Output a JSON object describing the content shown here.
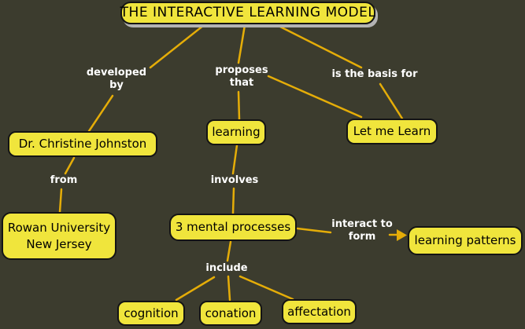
{
  "colors": {
    "background": "#3c3c2e",
    "node_fill": "#f0e53c",
    "node_border": "#141414",
    "connector_line": "#e5ad08",
    "link_label_text": "#ffffff",
    "node_text": "#000000",
    "title_shadow": "#b3b3b3"
  },
  "title": "THE INTERACTIVE LEARNING MODEL",
  "concepts": {
    "dr_johnston": "Dr. Christine Johnston",
    "rowan_line1": "Rowan University",
    "rowan_line2": "New Jersey",
    "learning": "learning",
    "let_me_learn": "Let me Learn",
    "mental_processes": "3 mental processes",
    "learning_patterns": "learning patterns",
    "cognition": "cognition",
    "conation": "conation",
    "affectation": "affectation"
  },
  "link_labels": {
    "developed_line1": "developed",
    "developed_line2": "by",
    "proposes_line1": "proposes",
    "proposes_line2": "that",
    "is_basis_for": "is the basis for",
    "from": "from",
    "involves": "involves",
    "interact_line1": "interact to",
    "interact_line2": "form",
    "include": "include"
  }
}
